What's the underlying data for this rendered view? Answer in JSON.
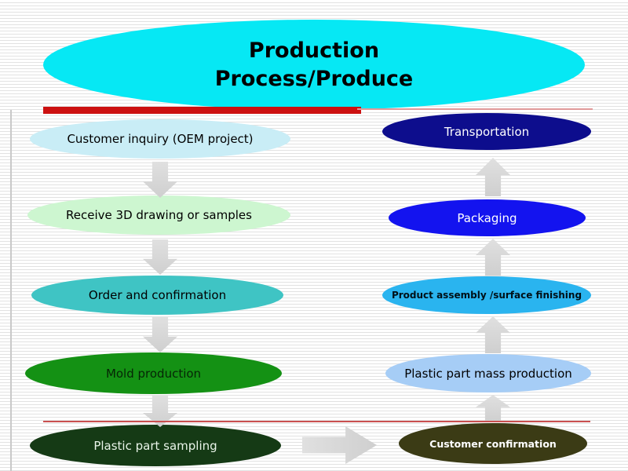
{
  "slide": {
    "title_line1": "Production",
    "title_line2": "Process/Produce",
    "title_bg": "#06e8f4",
    "accent_bar_color": "#cc1010",
    "thin_line_top_color": "#e09999",
    "divider_line_color": "#c94f4f",
    "arrow_color": "#d7d7d7",
    "stripe_color": "#e2e2e2"
  },
  "flow": {
    "left_column": [
      {
        "label": "Customer inquiry (OEM project)",
        "bg": "#c9edf6",
        "fg": "#000000"
      },
      {
        "label": "Receive 3D drawing or samples",
        "bg": "#cdf6d0",
        "fg": "#000000"
      },
      {
        "label": "Order and confirmation",
        "bg": "#3fc4c4",
        "fg": "#000000"
      },
      {
        "label": "Mold production",
        "bg": "#149114",
        "fg": "#062506"
      },
      {
        "label": "Plastic part sampling",
        "bg": "#153a15",
        "fg": "#e9f4e9"
      }
    ],
    "right_column": [
      {
        "label": "Transportation",
        "bg": "#0d0d8d",
        "fg": "#ffffff"
      },
      {
        "label": "Packaging",
        "bg": "#1313ef",
        "fg": "#ffffff"
      },
      {
        "label": "Product assembly /surface finishing",
        "bg": "#2ab4ef",
        "fg": "#001018"
      },
      {
        "label": "Plastic part mass production",
        "bg": "#a6cdf6",
        "fg": "#000000"
      },
      {
        "label": "Customer confirmation",
        "bg": "#3b3b15",
        "fg": "#ffffff"
      }
    ]
  }
}
